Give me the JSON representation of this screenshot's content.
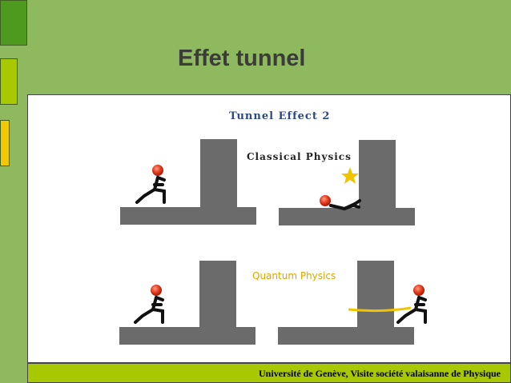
{
  "slide": {
    "title": "Effet tunnel",
    "footer": "Université de Genève, Visite société valaisanne de Physique"
  },
  "figure": {
    "heading": "Tunnel Effect 2",
    "classical_label": "Classical Physics",
    "quantum_label": "Quantum Physics"
  },
  "colors": {
    "background": "#8fb95e",
    "wall": "#6b6b6b",
    "ball": "#e33b1f",
    "star": "#f2c400",
    "quantum_text": "#e0a400"
  }
}
